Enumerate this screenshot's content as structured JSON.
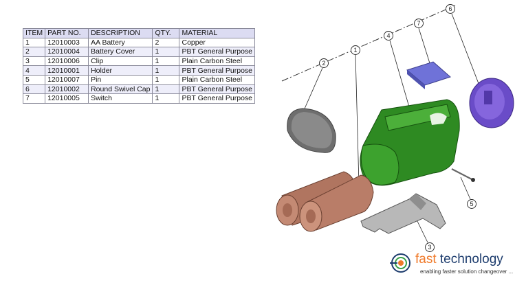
{
  "bom": {
    "headers": [
      "ITEM",
      "PART NO.",
      "DESCRIPTION",
      "QTY.",
      "MATERIAL"
    ],
    "rows": [
      [
        "1",
        "12010003",
        "AA Battery",
        "2",
        "Copper"
      ],
      [
        "2",
        "12010004",
        "Battery Cover",
        "1",
        "PBT General Purpose"
      ],
      [
        "3",
        "12010006",
        "Clip",
        "1",
        "Plain Carbon Steel"
      ],
      [
        "4",
        "12010001",
        "Holder",
        "1",
        "PBT General Purpose"
      ],
      [
        "5",
        "12010007",
        "Pin",
        "1",
        "Plain Carbon Steel"
      ],
      [
        "6",
        "12010002",
        "Round Swivel Cap",
        "1",
        "PBT General Purpose"
      ],
      [
        "7",
        "12010005",
        "Switch",
        "1",
        "PBT General Purpose"
      ]
    ]
  },
  "callouts": {
    "c1": "1",
    "c2": "2",
    "c3": "3",
    "c4": "4",
    "c5": "5",
    "c6": "6",
    "c7": "7"
  },
  "logo": {
    "word1": "fast",
    "word2": " technology",
    "tagline": "enabling faster solution changeover ..."
  },
  "colors": {
    "holder": "#2e8a22",
    "battery": "#b07560",
    "switch": "#6f72d8",
    "cap": "#6a4cc8",
    "metal": "#b5b5b5",
    "orange": "#f07a2a",
    "navy": "#1e3d6e"
  }
}
